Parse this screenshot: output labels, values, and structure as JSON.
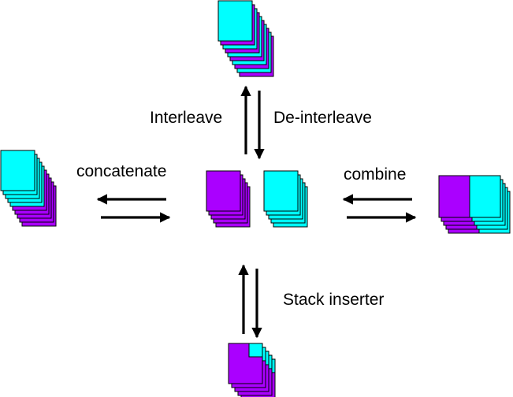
{
  "labels": {
    "interleave": "Interleave",
    "deinterleave": "De-interleave",
    "concatenate": "concatenate",
    "combine": "combine",
    "stack_inserter": "Stack inserter"
  },
  "colors": {
    "cyan": "#00FFFF",
    "purple": "#AA00FF",
    "outline": "#000000",
    "arrow": "#000000",
    "background": "#FFFFFF"
  }
}
